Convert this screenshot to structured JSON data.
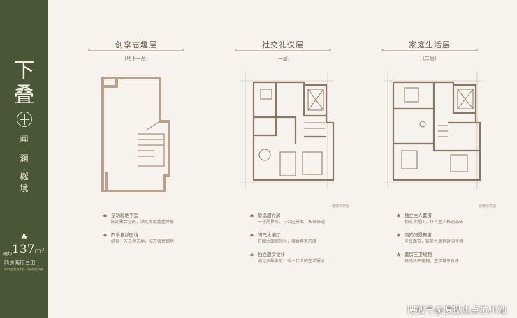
{
  "sidebar": {
    "title_line1": "下",
    "title_line2": "叠",
    "sub": [
      "闻",
      "澜",
      "·",
      "樾",
      "境"
    ],
    "area_prefix": "建约",
    "area_number": "137",
    "area_unit": "m²",
    "layout": "四房两厅三卫",
    "note": "本户型图仅供参考，以实际交付为准"
  },
  "panels": [
    {
      "title": "创享志趣层",
      "floor": "（地下一层）",
      "sample": "",
      "features": [
        {
          "title": "全功能地下室",
          "desc": "阳朗聚合空间，满足家庭趣趣尊享"
        },
        {
          "title": "四季自然园境",
          "desc": "缔得一方自然天地，城市诗意栖居"
        }
      ]
    },
    {
      "title": "社交礼仪层",
      "floor": "（一层）",
      "sample": "建模示意图",
      "features": [
        {
          "title": "静逸厨界房",
          "desc": "一楼厨界房，与公区分离，私密舒适"
        },
        {
          "title": "阔尺大横厅",
          "desc": "轩朗大面宽视界，聚合尊崇尺度"
        },
        {
          "title": "独立厨房设计",
          "desc": "满足多样家庭，或三代人的生活需求"
        }
      ]
    },
    {
      "title": "家庭生活层",
      "floor": "（二层）",
      "sample": "建模示意图",
      "features": [
        {
          "title": "独立主人套房",
          "desc": "拥览衣帽间，抒写主人格调品味"
        },
        {
          "title": "南向阔景飘窗",
          "desc": "多享飘窗，链美生活更延阔诗意"
        },
        {
          "title": "套房三卫规制",
          "desc": "舒适私密便捷，生活尊享有序"
        }
      ]
    }
  ],
  "watermark": "搜狐号@搜狐焦点杭州站"
}
